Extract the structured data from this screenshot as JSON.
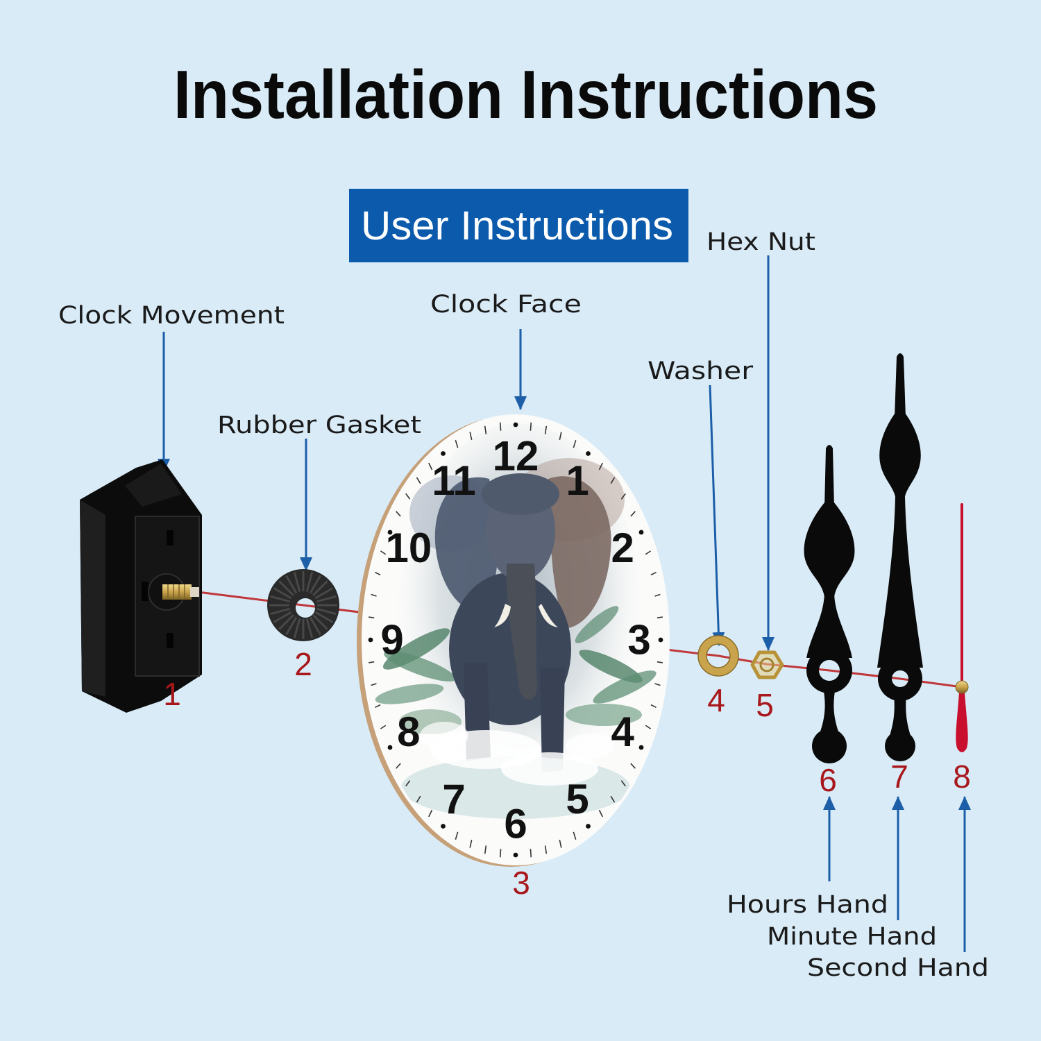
{
  "title": "Installation Instructions",
  "subtitle": "User Instructions",
  "callouts": {
    "clock_movement": "Clock Movement",
    "rubber_gasket": "Rubber Gasket",
    "clock_face": "Clock Face",
    "washer": "Washer",
    "hex_nut": "Hex Nut",
    "hours_hand": "Hours Hand",
    "minute_hand": "Minute Hand",
    "second_hand": "Second Hand"
  },
  "part_numbers": [
    "1",
    "2",
    "3",
    "4",
    "5",
    "6",
    "7",
    "8"
  ],
  "dial": {
    "numerals": [
      "12",
      "1",
      "2",
      "3",
      "4",
      "5",
      "6",
      "7",
      "8",
      "9",
      "10",
      "11"
    ]
  },
  "colors": {
    "background": "#d9ebf7",
    "title_box": "#0b5aab",
    "arrow": "#1c5ea8",
    "part_number": "#a8171b",
    "axis_line": "#c0373a",
    "second_hand": "#c8102e",
    "brass": "#c9a44c"
  }
}
